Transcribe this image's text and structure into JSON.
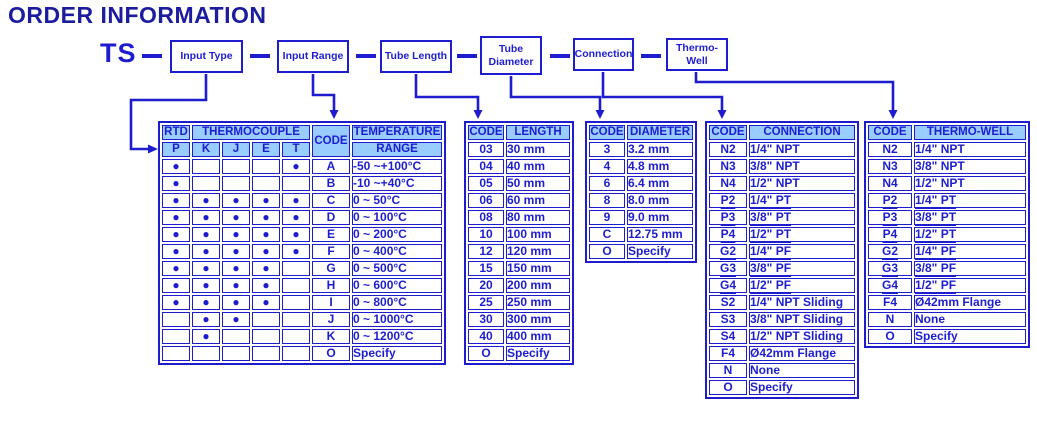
{
  "page": {
    "title": "ORDER INFORMATION",
    "model_prefix": "TS"
  },
  "colors": {
    "accent_blue": "#1d1dcf",
    "header_fill": "#99ccff",
    "title_color": "#1c1c9e"
  },
  "icons": {
    "availability_dot": "●"
  },
  "flow": {
    "boxes": [
      {
        "label": "Input Type"
      },
      {
        "label": "Input Range"
      },
      {
        "label": "Tube Length"
      },
      {
        "label": "Tube Diameter"
      },
      {
        "label": "Connection"
      },
      {
        "label": "Thermo-Well"
      }
    ]
  },
  "tables": {
    "input_type": {
      "group_headers": {
        "rtd": "RTD",
        "thermocouple": "THERMOCOUPLE"
      },
      "sensor_columns": [
        "P",
        "K",
        "J",
        "E",
        "T"
      ],
      "code_header": "CODE",
      "range_header": [
        "TEMPERATURE",
        "RANGE"
      ],
      "rows": [
        {
          "dots": [
            true,
            false,
            false,
            false,
            true
          ],
          "code": "A",
          "range": "-50 ~+100°C"
        },
        {
          "dots": [
            true,
            false,
            false,
            false,
            false
          ],
          "code": "B",
          "range": "-10 ~+40°C"
        },
        {
          "dots": [
            true,
            true,
            true,
            true,
            true
          ],
          "code": "C",
          "range": "0 ~ 50°C"
        },
        {
          "dots": [
            true,
            true,
            true,
            true,
            true
          ],
          "code": "D",
          "range": "0 ~ 100°C"
        },
        {
          "dots": [
            true,
            true,
            true,
            true,
            true
          ],
          "code": "E",
          "range": "0 ~ 200°C"
        },
        {
          "dots": [
            true,
            true,
            true,
            true,
            true
          ],
          "code": "F",
          "range": "0 ~ 400°C"
        },
        {
          "dots": [
            true,
            true,
            true,
            true,
            false
          ],
          "code": "G",
          "range": "0 ~ 500°C"
        },
        {
          "dots": [
            true,
            true,
            true,
            true,
            false
          ],
          "code": "H",
          "range": "0 ~ 600°C"
        },
        {
          "dots": [
            true,
            true,
            true,
            true,
            false
          ],
          "code": "I",
          "range": "0 ~ 800°C"
        },
        {
          "dots": [
            false,
            true,
            true,
            false,
            false
          ],
          "code": "J",
          "range": "0 ~ 1000°C"
        },
        {
          "dots": [
            false,
            true,
            false,
            false,
            false
          ],
          "code": "K",
          "range": "0 ~ 1200°C"
        },
        {
          "dots": [
            false,
            false,
            false,
            false,
            false
          ],
          "code": "O",
          "range": "Specify"
        }
      ]
    },
    "tube_length": {
      "headers": [
        "CODE",
        "LENGTH"
      ],
      "rows": [
        {
          "code": "03",
          "value": "30 mm"
        },
        {
          "code": "04",
          "value": "40 mm"
        },
        {
          "code": "05",
          "value": "50 mm"
        },
        {
          "code": "06",
          "value": "60 mm"
        },
        {
          "code": "08",
          "value": "80 mm"
        },
        {
          "code": "10",
          "value": "100 mm"
        },
        {
          "code": "12",
          "value": "120 mm"
        },
        {
          "code": "15",
          "value": "150 mm"
        },
        {
          "code": "20",
          "value": "200 mm"
        },
        {
          "code": "25",
          "value": "250 mm"
        },
        {
          "code": "30",
          "value": "300 mm"
        },
        {
          "code": "40",
          "value": "400 mm"
        },
        {
          "code": "O",
          "value": "Specify"
        }
      ]
    },
    "tube_diameter": {
      "headers": [
        "CODE",
        "DIAMETER"
      ],
      "rows": [
        {
          "code": "3",
          "value": "3.2 mm"
        },
        {
          "code": "4",
          "value": "4.8 mm"
        },
        {
          "code": "6",
          "value": "6.4 mm"
        },
        {
          "code": "8",
          "value": "8.0 mm"
        },
        {
          "code": "9",
          "value": "9.0 mm"
        },
        {
          "code": "C",
          "value": "12.75 mm"
        },
        {
          "code": "O",
          "value": "Specify"
        }
      ]
    },
    "connection": {
      "headers": [
        "CODE",
        "CONNECTION"
      ],
      "rows": [
        {
          "code": "N2",
          "value": "1/4\" NPT"
        },
        {
          "code": "N3",
          "value": "3/8\" NPT"
        },
        {
          "code": "N4",
          "value": "1/2\" NPT"
        },
        {
          "code": "P2",
          "value": "1/4\" PT",
          "underline": true
        },
        {
          "code": "P3",
          "value": "3/8\" PT",
          "underline": true
        },
        {
          "code": "P4",
          "value": "1/2\" PT",
          "underline": true
        },
        {
          "code": "G2",
          "value": "1/4\" PF",
          "underline": true
        },
        {
          "code": "G3",
          "value": "3/8\" PF",
          "underline": true
        },
        {
          "code": "G4",
          "value": "1/2\" PF",
          "underline": true
        },
        {
          "code": "S2",
          "value": "1/4\" NPT Sliding"
        },
        {
          "code": "S3",
          "value": "3/8\" NPT Sliding"
        },
        {
          "code": "S4",
          "value": "1/2\" NPT Sliding"
        },
        {
          "code": "F4",
          "value": "Ø42mm Flange"
        },
        {
          "code": "N",
          "value": "None"
        },
        {
          "code": "O",
          "value": "Specify"
        }
      ]
    },
    "thermo_well": {
      "headers": [
        "CODE",
        "THERMO-WELL"
      ],
      "rows": [
        {
          "code": "N2",
          "value": "1/4\" NPT"
        },
        {
          "code": "N3",
          "value": "3/8\" NPT"
        },
        {
          "code": "N4",
          "value": "1/2\" NPT"
        },
        {
          "code": "P2",
          "value": "1/4\" PT",
          "underline": true
        },
        {
          "code": "P3",
          "value": "3/8\" PT",
          "underline": true
        },
        {
          "code": "P4",
          "value": "1/2\" PT",
          "underline": true
        },
        {
          "code": "G2",
          "value": "1/4\" PF",
          "underline": true
        },
        {
          "code": "G3",
          "value": "3/8\" PF",
          "underline": true
        },
        {
          "code": "G4",
          "value": "1/2\" PF",
          "underline": true
        },
        {
          "code": "F4",
          "value": "Ø42mm Flange"
        },
        {
          "code": "N",
          "value": "None"
        },
        {
          "code": "O",
          "value": "Specify"
        }
      ]
    }
  }
}
